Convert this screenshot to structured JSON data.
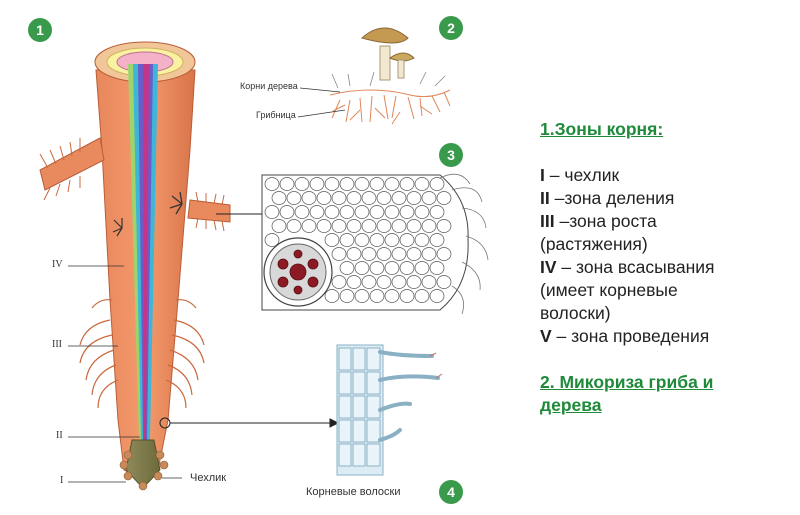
{
  "badges": [
    "1",
    "2",
    "3",
    "4"
  ],
  "diagram_labels": {
    "tree_roots": "Корни дерева",
    "mycelium": "Грибница",
    "root_cap": "Чехлик",
    "root_hairs": "Корневые волоски",
    "zone_iv": "IV",
    "zone_iii": "III",
    "zone_ii": "II",
    "zone_i": "I"
  },
  "panel": {
    "heading": "1.Зоны корня:",
    "items": [
      {
        "num": "I",
        "text": " – чехлик"
      },
      {
        "num": "II",
        "text": " –зона деления"
      },
      {
        "num": "III",
        "text": " –зона роста"
      },
      {
        "num": "",
        "text": "(растяжения)"
      },
      {
        "num": "IV",
        "text": " – зона всасывания"
      },
      {
        "num": "",
        "text": "(имеет корневые"
      },
      {
        "num": "",
        "text": "волоски)"
      },
      {
        "num": "V",
        "text": " – зона проведения"
      }
    ],
    "heading2_line1": "2. Микориза гриба и",
    "heading2_line2": "дерева"
  },
  "colors": {
    "badge_green": "#3a9a4c",
    "root_orange": "#e98a5e",
    "heading_green": "#1f8a3a"
  }
}
